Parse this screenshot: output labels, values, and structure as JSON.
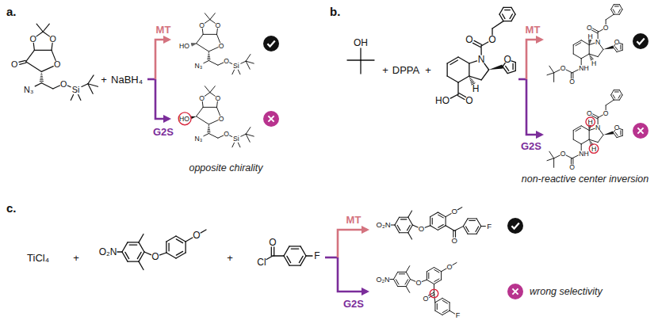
{
  "diagram": {
    "labels": [
      "a.",
      "b.",
      "c.",
      "O",
      "O",
      "O",
      "O",
      "N₃",
      "O",
      "Si",
      "+",
      "NaBH₄",
      "MT",
      "G2S",
      "O",
      "O",
      "O",
      "HO",
      "N₃",
      "O",
      "Si",
      "O",
      "O",
      "O",
      "HO",
      "N₃",
      "O",
      "Si",
      "opposite chirality",
      "OH",
      "+",
      "DPPA",
      "+",
      "O",
      "O",
      "N",
      "O",
      "H",
      "HO",
      "O",
      "MT",
      "G2S",
      "O",
      "O",
      "N",
      "H",
      "O",
      "H",
      "NH",
      "O",
      "O",
      "O",
      "O",
      "N",
      "H",
      "O",
      "H",
      "NH",
      "O",
      "O",
      "non-reactive center inversion",
      "TiCl₄",
      "+",
      "O₂N",
      "O",
      "O",
      "+",
      "Cl",
      "O",
      "F",
      "MT",
      "G2S",
      "O₂N",
      "O",
      "O",
      "O",
      "F",
      "O₂N",
      "O",
      "O",
      "O",
      "F",
      "wrong selectivity"
    ]
  }
}
